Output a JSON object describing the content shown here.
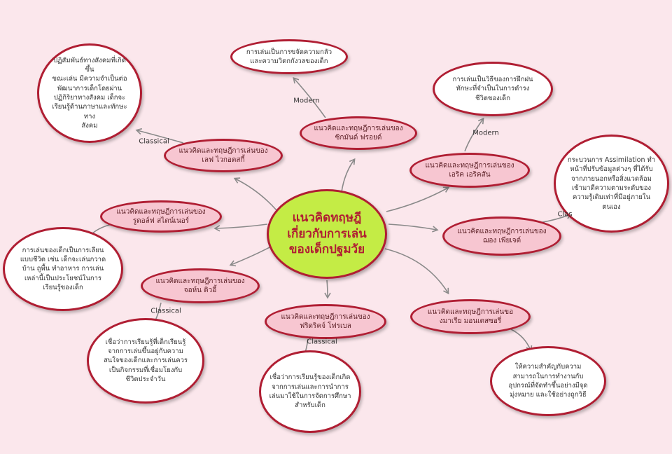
{
  "center": {
    "text": "แนวคิดทฤษฎี\nเกี่ยวกับการเล่น\nของเด็กปฐมวัย"
  },
  "topics": {
    "freud": "แนวคิดและทฤษฎีการเล่นของ\nซิกมันด์ ฟรอยด์",
    "vygotsky": "แนวคิดและทฤษฎีการเล่นของ\nเลฟ ไวกอตสกี้",
    "erikson": "แนวคิดและทฤษฎีการเล่นของ\nเอริค เอริคสัน",
    "steiner": "แนวคิดและทฤษฎีการเล่นของ\nรูดอล์ฟ สไตน์เนอร์",
    "piaget": "แนวคิดและทฤษฎีการเล่นของ\nฌอง เพียเจต์",
    "dewey": "แนวคิดและทฤษฎีการเล่นของ\nจอห์น ดิวอี้",
    "froebel": "แนวคิดและทฤษฎีการเล่นของ\nฟริดริคจ์ โฟรเบล",
    "montessori": "แนวคิดและทฤษฎีการเล่นขอ\nงมาเรีย มอนเตสซอรี่"
  },
  "notes": {
    "freud": "การเล่นเป็นการขจัดความกลัว\nและความวิตกกังวลของเด็ก",
    "vygotsky": "ปฏิสัมพันธ์ทางสังคมที่เกิดขึ้น\nขณะเล่น มีความจำเป็นต่อ\nพัฒนาการเด็กโดยผ่าน\nปฏิกิริยาทางสังคม เด็กจะ\nเรียนรู้ด้านภาษาและทักษะทาง\nสังคม",
    "erikson": "การเล่นเป็นวิธีของการฝึกฝน\nทักษะที่จำเป็นในการดำรง\nชีวิตของเด็ก",
    "piaget": "กระบวนการ Assimilation ทำ\nหน้าที่ปรับข้อมูลต่างๆ ที่ได้รับ\nจากภายนอกหรือสิ่งแวดล้อม\nเข้ามาดีความตามระดับของ\nความรู้เดิมเท่าที่มีอยู่ภายใน\nตนเอง",
    "steiner": "การเล่นของเด็กเป็นการเลียน\nแบบชีวิต เช่น เด็กจะเล่นกวาด\nบ้าน ถูพื้น ทำอาหาร การเล่น\nเหล่านี้เป็นประโยชน์ในการ\nเรียนรู้ของเด็ก",
    "dewey": "เชื่อว่าการเรียนรู้ที่เด็กเรียนรู้\nจากการเล่นขึ้นอยู่กับความ\nสนใจของเด็กและการเล่นควร\nเป็นกิจกรรมที่เชื่อมโยงกับ\nชีวิตประจำวัน",
    "froebel": "เชื่อว่าการเรียนรู้ของเด็กเกิด\nจากการเล่นและการนำการ\nเล่นมาใช้ในการจัดการศึกษา\nสำหรับเด็ก",
    "montessori": "ให้ความสำคัญกับความ\nสามารถในการทำงานกับ\nอุปกรณ์ที่จัดทำขึ้นอย่างมีจุด\nมุ่งหมาย และใช้อย่างถูกวิธี"
  },
  "tags": {
    "freud": "Modern",
    "vygotsky": "Classical",
    "erikson": "Modern",
    "piaget": "Clas",
    "dewey": "Classical",
    "froebel": "Classical"
  },
  "colors": {
    "background": "#fbe7ec",
    "border": "#b01e33",
    "topic_fill": "#f7c6d1",
    "center_fill": "#c4ec45",
    "arrow": "#8a8a8a"
  }
}
